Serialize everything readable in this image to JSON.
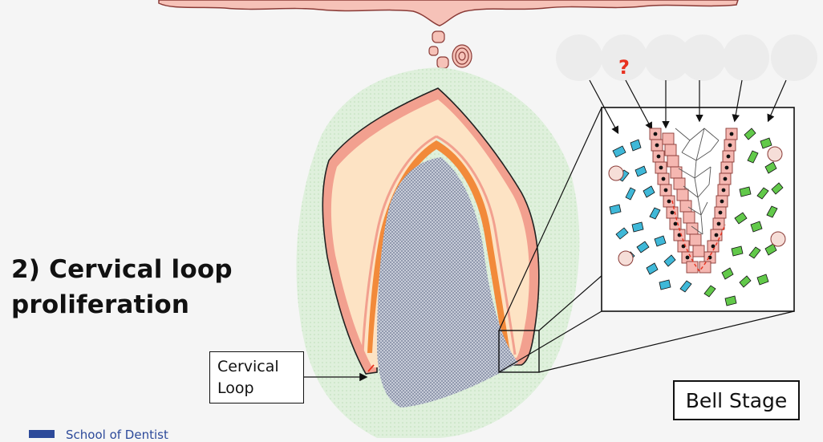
{
  "title": {
    "line1": "2) Cervical loop",
    "line2": "proliferation"
  },
  "cervical_loop_label": {
    "line1": "Cervical",
    "line2": "Loop"
  },
  "stage_label": "Bell Stage",
  "question_mark": "?",
  "footer": {
    "school": "School of Dentist"
  },
  "colors": {
    "background": "#f5f5f5",
    "oral_epithelium": "#f6c2b8",
    "dental_follicle": "#cfe9cd",
    "enamel_organ": "#fde3c4",
    "outer_layer": "#f2a08f",
    "odontoblast_band": "#f28a3a",
    "dental_papilla": "#aab3c7",
    "epithelial_cells": "#f5b7b1",
    "mesenchymal_blue": "#3fb8d8",
    "mesenchymal_green": "#62c94a",
    "question_mark": "#e8311f",
    "logo": "#2d4a9a"
  }
}
